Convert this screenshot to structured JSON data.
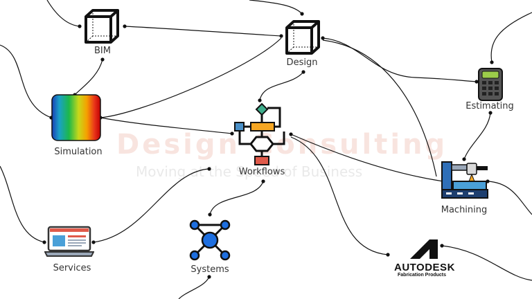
{
  "watermark": {
    "title": "Design Consulting",
    "tagline": "Moving at the Speed of Business"
  },
  "nodes": {
    "bim": "BIM",
    "design": "Design",
    "simulation": "Simulation",
    "workflows": "Workflows",
    "estimating": "Estimating",
    "machining": "Machining",
    "services": "Services",
    "systems": "Systems"
  },
  "autodesk": {
    "name": "AUTODESK",
    "product": "Fabrication Products"
  },
  "colors": {
    "line": "#111111",
    "workflow_orange": "#f5a623",
    "workflow_blue": "#4a90c8",
    "workflow_green": "#3fae8c",
    "workflow_red": "#e05a4a",
    "systems_blue": "#1e6fe0"
  }
}
